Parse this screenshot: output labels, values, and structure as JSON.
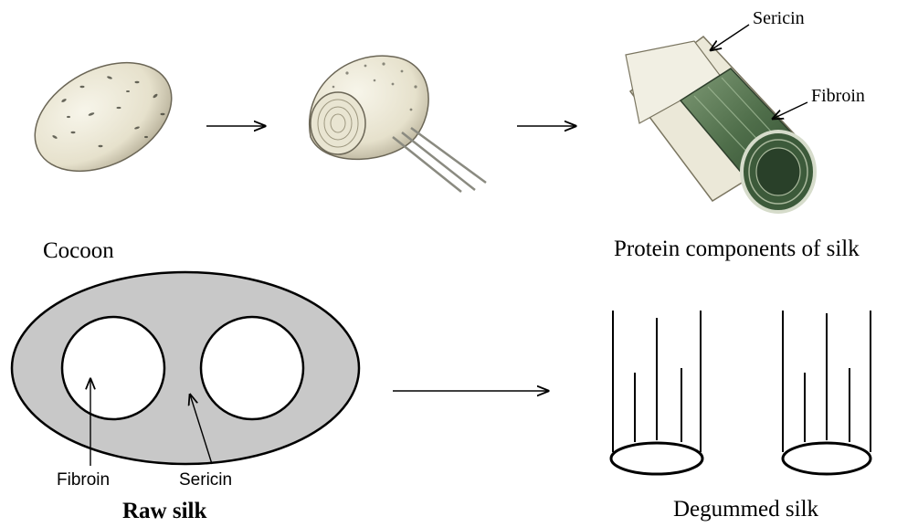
{
  "labels": {
    "cocoon": "Cocoon",
    "protein_components": "Protein components of silk",
    "sericin_top": "Sericin",
    "fibroin_top": "Fibroin",
    "fibroin_bottom": "Fibroin",
    "sericin_bottom": "Sericin",
    "raw_silk": "Raw silk",
    "degummed_silk": "Degummed silk"
  },
  "colors": {
    "sericin_fill": "#c8c8c8",
    "fibroin_green": "#4f6e4a",
    "cocoon_cream": "#ece8d6",
    "ink": "#000000"
  }
}
